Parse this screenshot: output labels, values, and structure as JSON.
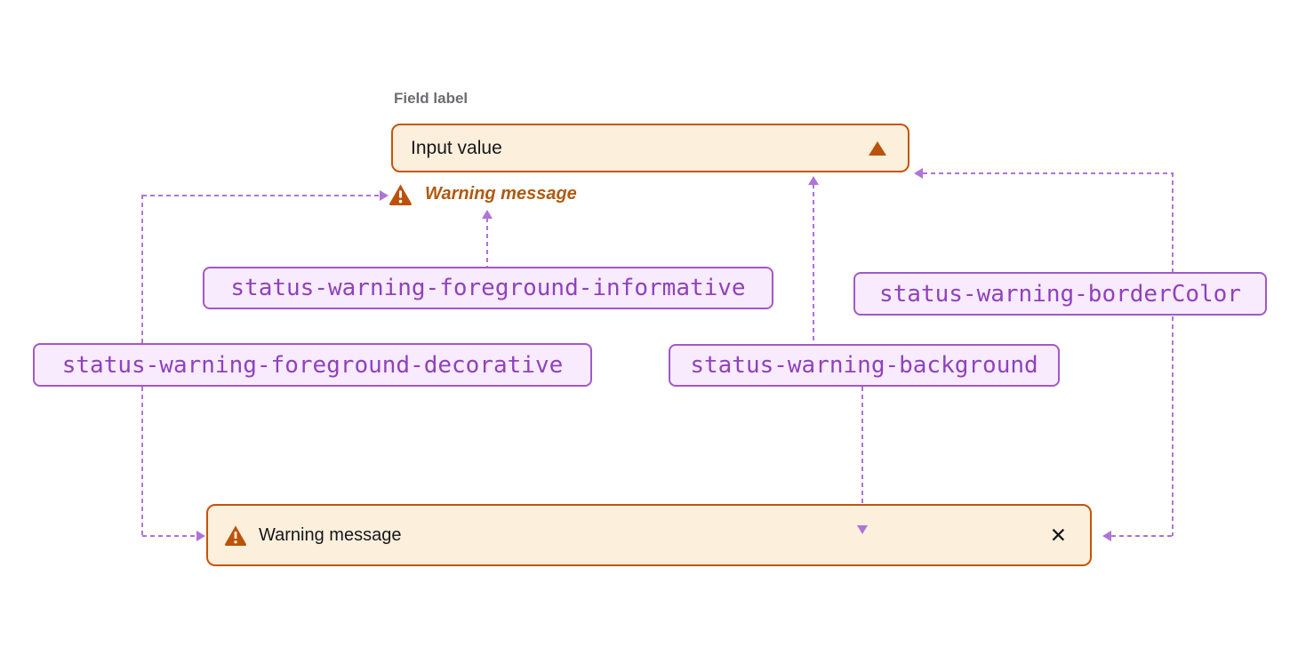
{
  "field": {
    "label": "Field label",
    "value": "Input value"
  },
  "inline_warning": {
    "message": "Warning message"
  },
  "banner": {
    "message": "Warning message",
    "close_icon": "✕"
  },
  "tokens": {
    "foreground_informative": "status-warning-foreground-informative",
    "border_color": "status-warning-borderColor",
    "foreground_decorative": "status-warning-foreground-decorative",
    "background": "status-warning-background"
  },
  "colors": {
    "status_warning_background": "#FCEFDC",
    "status_warning_border": "#C5540A",
    "status_warning_foreground_decorative": "#BC520A",
    "status_warning_foreground_informative": "#B05A10",
    "token_chip_background": "#F7EBFD",
    "token_chip_border": "#A159CA",
    "token_chip_text": "#9141BC",
    "connector_purple": "#AE74D6",
    "field_label_gray": "#6D6D72",
    "text_dark": "#17171A"
  }
}
